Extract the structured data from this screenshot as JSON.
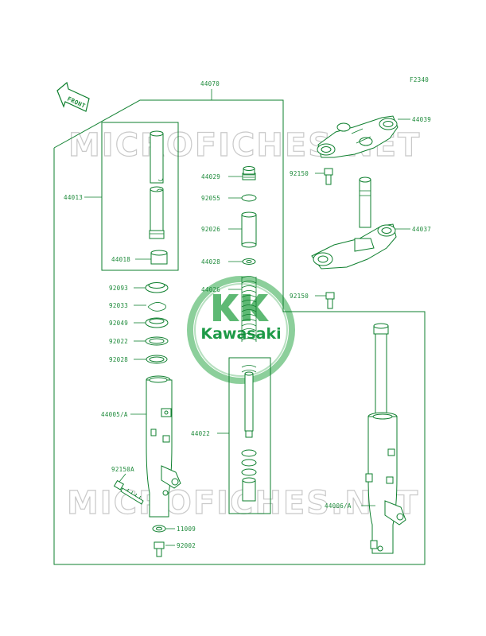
{
  "figure_code": "F2340",
  "front_label": "FRONT",
  "watermark": "MICROFICHES.NET",
  "logo_text": "Kawasaki",
  "parts": {
    "p44070": "44070",
    "p44039": "44039",
    "p92150_top": "92150",
    "p44037": "44037",
    "p92150_mid": "92150",
    "p44013": "44013",
    "p44018": "44018",
    "p44029": "44029",
    "p92055": "92055",
    "p92026": "92026",
    "p44028": "44028",
    "p44026": "44026",
    "p92093": "92093",
    "p92033": "92033",
    "p92049": "92049",
    "p92022": "92022",
    "p92028": "92028",
    "p44005A": "44005/A",
    "p44022": "44022",
    "p92150A": "92150A",
    "p11009": "11009",
    "p92002": "92002",
    "p44006A": "44006/A"
  },
  "colors": {
    "line": "#0e7f2e",
    "label": "#1d8a3a",
    "logo": "#1d9a47",
    "watermark": "#c9c9c9"
  }
}
